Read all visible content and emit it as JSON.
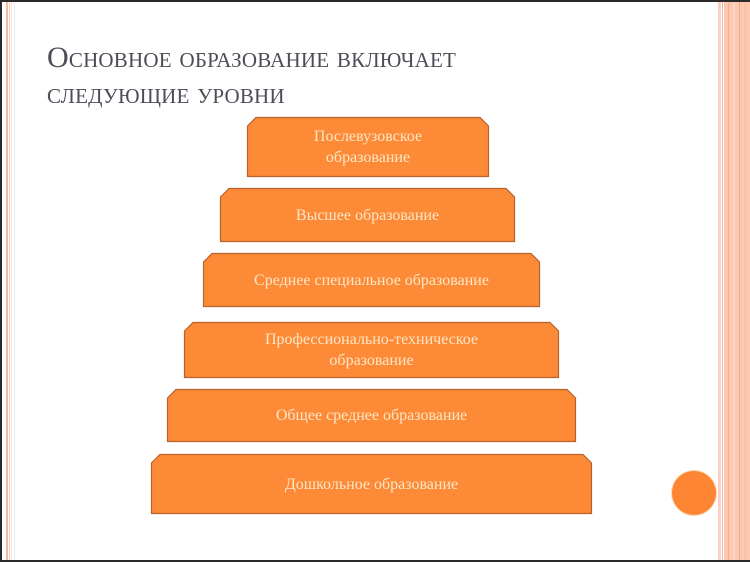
{
  "slide": {
    "title_line1": "Основное образование включает",
    "title_line2": "следующие уровни"
  },
  "pyramid": {
    "levels": [
      {
        "label": "Послевузовское\nобразование"
      },
      {
        "label": "Высшее образование"
      },
      {
        "label": "Среднее специальное образование"
      },
      {
        "label": "Профессионально-техническое\nобразование"
      },
      {
        "label": "Общее среднее образование"
      },
      {
        "label": "Дошкольное образование"
      }
    ]
  },
  "colors": {
    "box_fill": "#fd8a36",
    "box_border": "#b8622c",
    "box_text": "#fde6c6",
    "title_text": "#4d4d57",
    "accent_circle": "#fd8533",
    "stripe_pink": "#fcc8b0"
  },
  "decor": {
    "accent_circle_icon": "orange-circle"
  }
}
